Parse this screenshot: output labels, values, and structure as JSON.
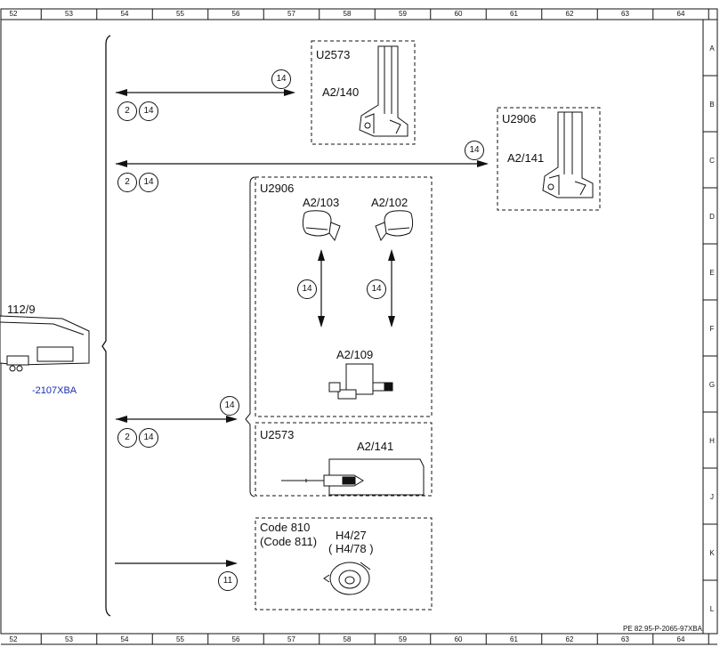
{
  "ruler_top": [
    "52",
    "53",
    "54",
    "55",
    "56",
    "57",
    "58",
    "59",
    "60",
    "61",
    "62",
    "63",
    "64"
  ],
  "ruler_bottom": [
    "52",
    "53",
    "54",
    "55",
    "56",
    "57",
    "58",
    "59",
    "60",
    "61",
    "62",
    "63",
    "64"
  ],
  "row_letters": [
    "A",
    "B",
    "C",
    "D",
    "E",
    "F",
    "G",
    "H",
    "J",
    "K",
    "L"
  ],
  "left_unit": {
    "partial_label": "112/9",
    "link_text": "-2107XBA"
  },
  "boxes": {
    "u2573_top": {
      "group": "U2573",
      "part": "A2/140"
    },
    "u2906_right": {
      "group": "U2906",
      "part": "A2/141"
    },
    "u2906_middle": {
      "group": "U2906",
      "mirror_left": "A2/103",
      "mirror_right": "A2/102",
      "module": "A2/109"
    },
    "u2573_lower": {
      "group": "U2573",
      "part": "A2/141"
    },
    "code_box": {
      "code": "Code 810",
      "code_alt": "(Code 811)",
      "part": "H4/27",
      "part_alt": "( H4/78 )"
    }
  },
  "circles": {
    "row1_top": "14",
    "row1_a": "2",
    "row1_b": "14",
    "row2_top": "14",
    "row2_a": "2",
    "row2_b": "14",
    "mirror_left_link": "14",
    "mirror_right_link": "14",
    "row3_top": "14",
    "row3_a": "2",
    "row3_b": "14",
    "row4": "11"
  },
  "footer_code": "PE 82.95-P-2065-97XBA"
}
